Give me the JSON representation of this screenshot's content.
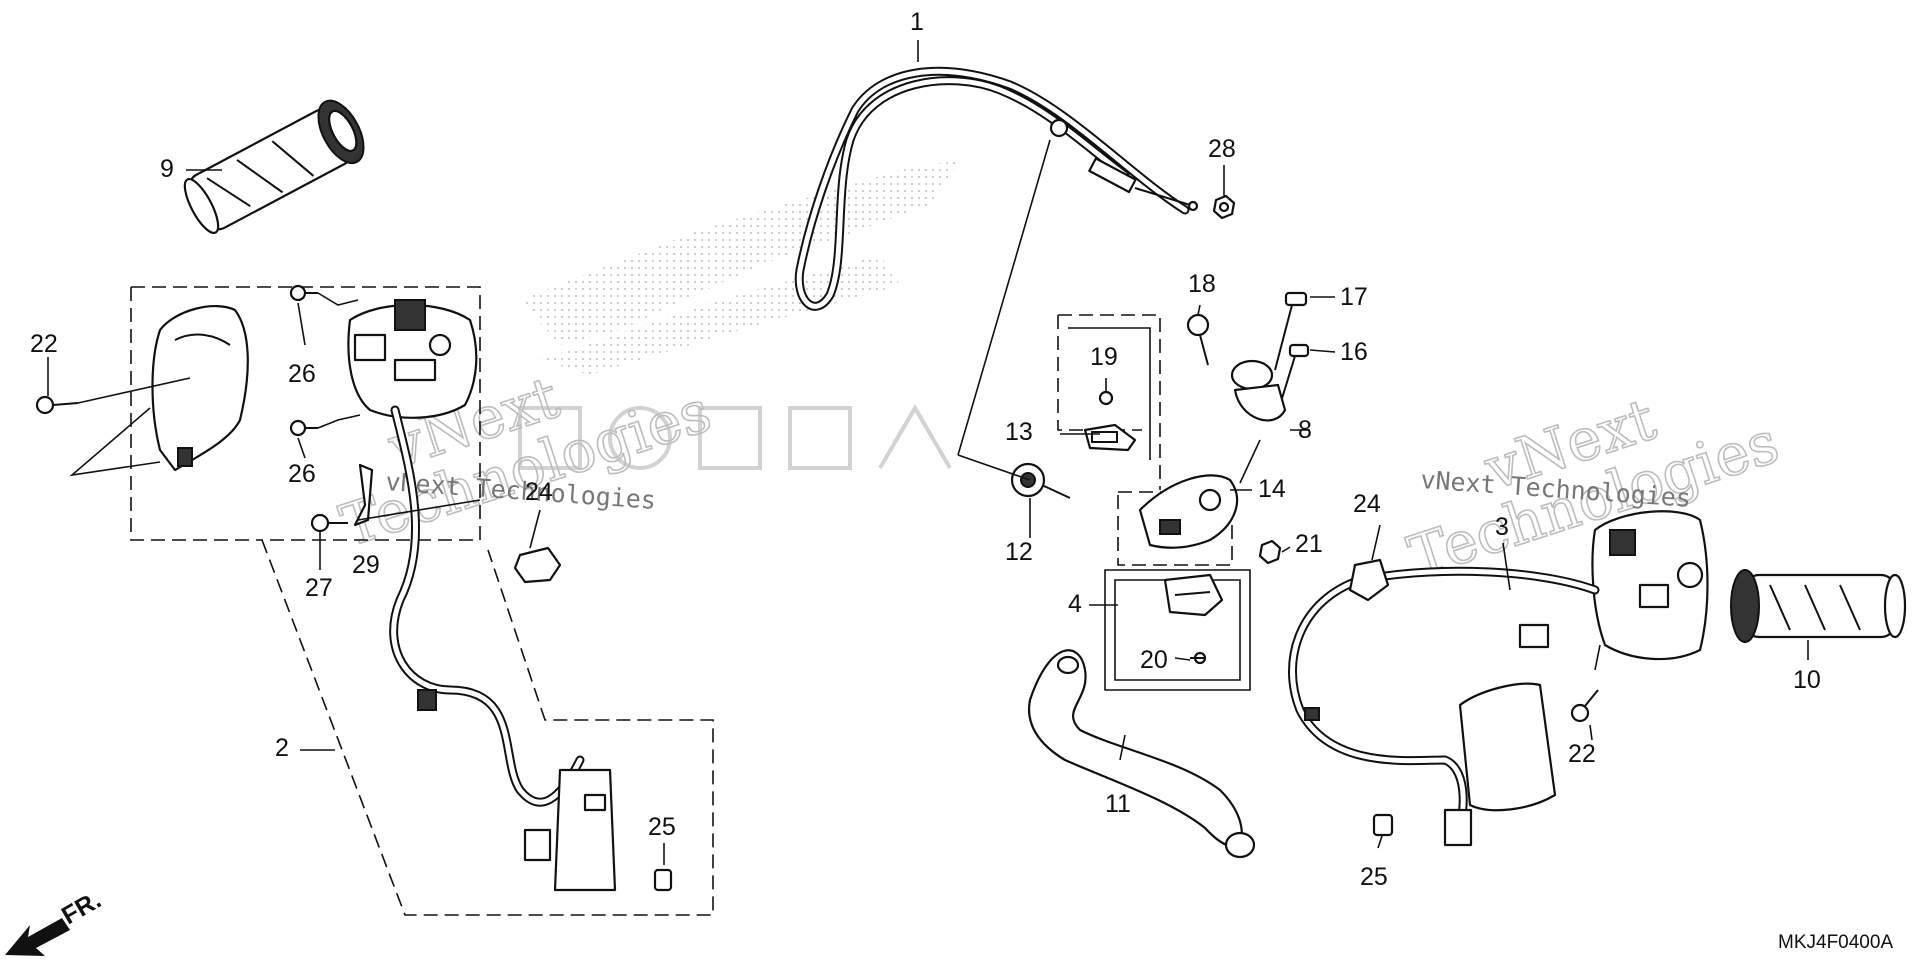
{
  "diagram": {
    "drawing_code": "MKJ4F0400A",
    "direction_label": "FR.",
    "watermark": {
      "line1": "vNext",
      "line2": "Technologies",
      "caption": "vNext Technologies"
    },
    "callouts": [
      "1",
      "2",
      "3",
      "4",
      "8",
      "9",
      "10",
      "11",
      "12",
      "13",
      "14",
      "16",
      "17",
      "18",
      "19",
      "20",
      "21",
      "22",
      "22",
      "24",
      "24",
      "25",
      "25",
      "26",
      "26",
      "27",
      "28",
      "29"
    ]
  }
}
